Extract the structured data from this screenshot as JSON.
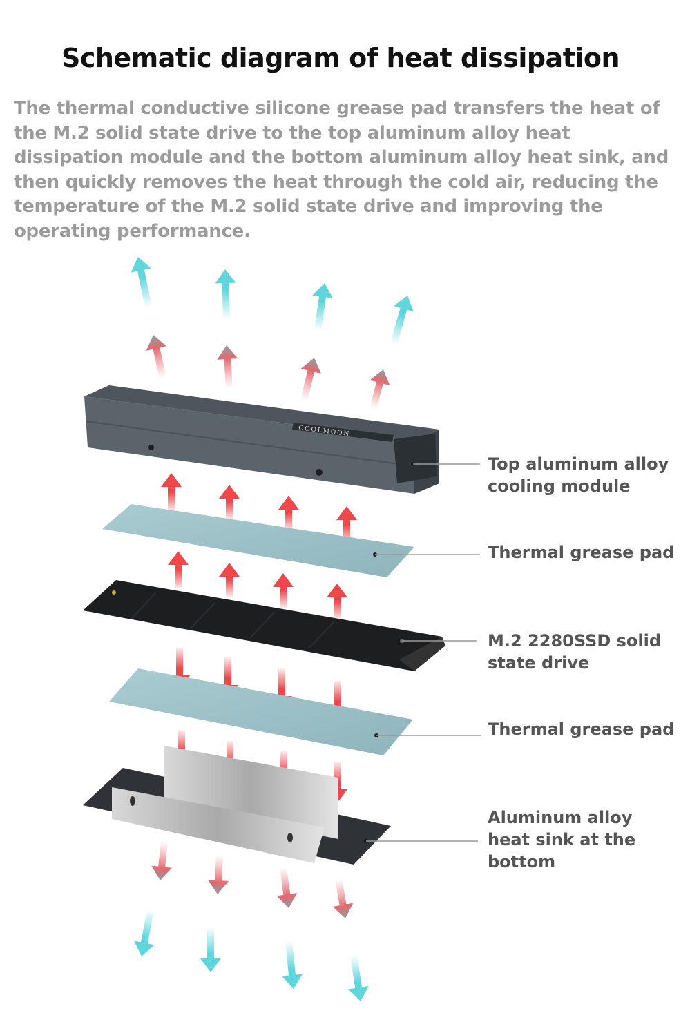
{
  "title": "Schematic diagram of heat dissipation",
  "description": "The thermal conductive silicone grease pad transfers the heat of the M.2 solid state drive to the top aluminum alloy heat dissipation module and the bottom aluminum alloy heat sink, and then quickly removes the heat through the cold air, reducing the temperature of the M.2 solid state drive and improving the operating performance.",
  "brand_logo": "COOLMOON",
  "labels": {
    "top_module": "Top aluminum alloy\ncooling module",
    "pad_top": "Thermal grease pad",
    "ssd": "M.2 2280SSD solid\nstate drive",
    "pad_bottom": "Thermal grease pad",
    "heatsink": "Aluminum alloy\nheat sink at the\nbottom"
  },
  "colors": {
    "hot": "#f0474a",
    "warm": "#e88a8e",
    "cool": "#5fd6dc",
    "pad": "#9ec3c9",
    "module": "#5b636b"
  }
}
